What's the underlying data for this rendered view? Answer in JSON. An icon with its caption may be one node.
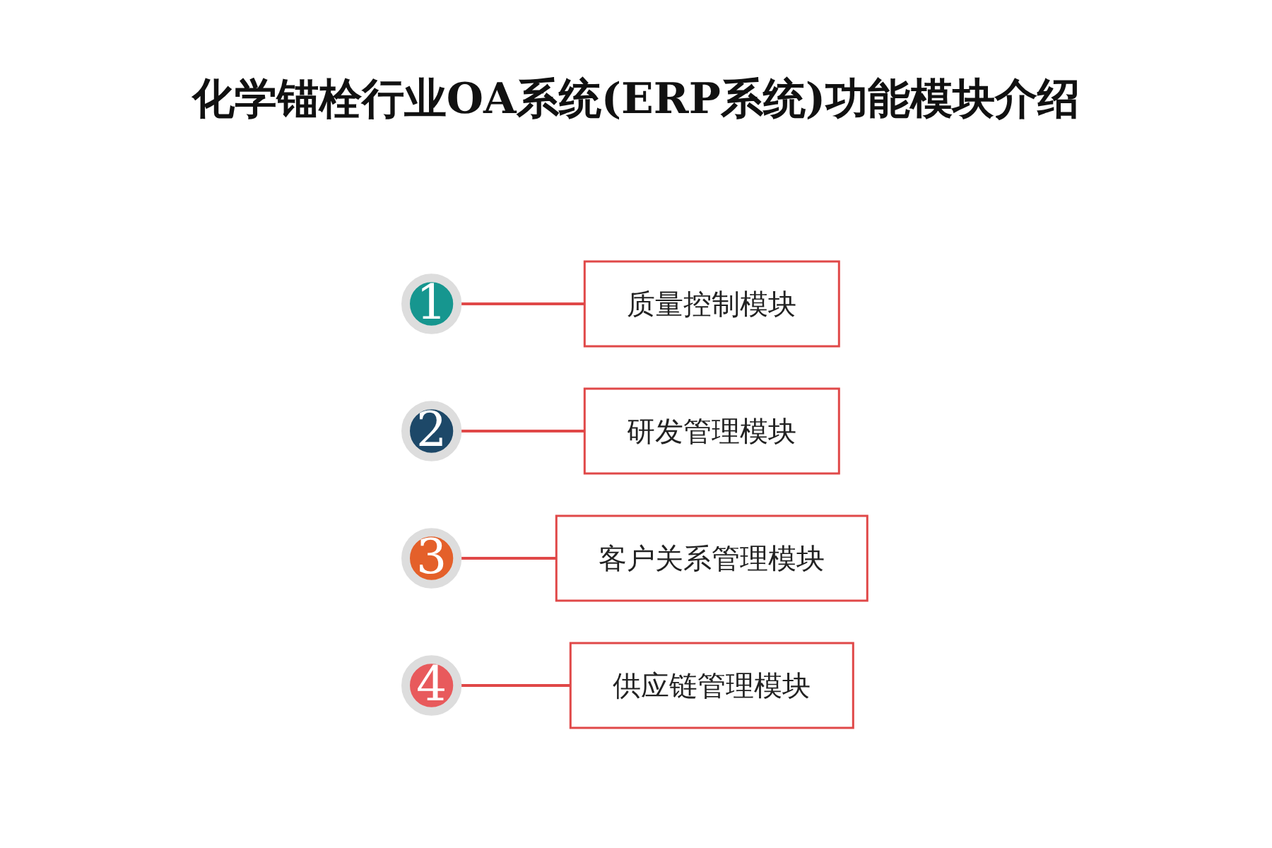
{
  "diagram": {
    "title": "化学锚栓行业OA系统(ERP系统)功能模块介绍",
    "nodes": [
      {
        "text": [
          "1"
        ]
      },
      {
        "text": [
          "质量控制模块"
        ]
      },
      {
        "text": [
          "2"
        ]
      },
      {
        "text": [
          "研发管理模块"
        ]
      },
      {
        "text": [
          "3"
        ]
      },
      {
        "text": [
          "客户关系管理模块"
        ]
      },
      {
        "text": [
          "4"
        ]
      },
      {
        "text": [
          "供应链管理模块"
        ]
      }
    ],
    "edges": [
      {
        "from": 0,
        "to": 1,
        "arrow": "none"
      },
      {
        "from": 2,
        "to": 3,
        "arrow": "none"
      },
      {
        "from": 4,
        "to": 5,
        "arrow": "none"
      },
      {
        "from": 6,
        "to": 7,
        "arrow": "none"
      }
    ]
  }
}
